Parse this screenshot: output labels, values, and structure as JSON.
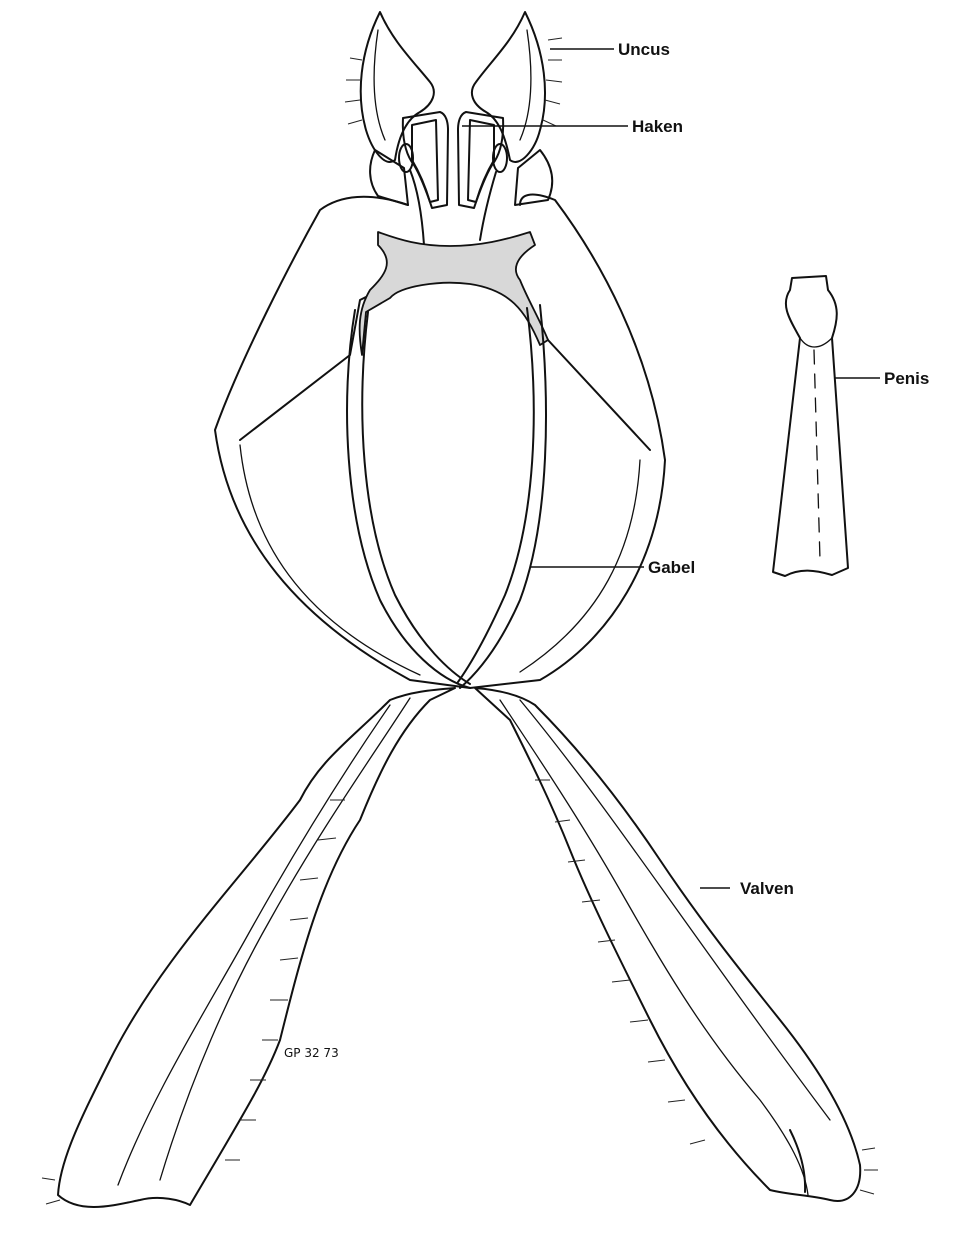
{
  "labels": {
    "uncus": "Uncus",
    "haken": "Haken",
    "penis": "Penis",
    "gabel": "Gabel",
    "valven": "Valven"
  },
  "specimen_note": "GP 32 73"
}
